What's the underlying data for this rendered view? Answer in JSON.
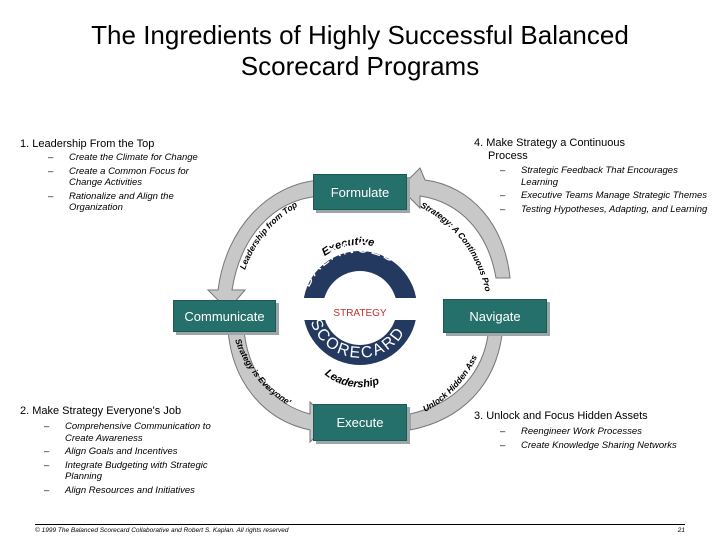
{
  "title": {
    "line1": "The Ingredients of Highly Successful Balanced",
    "line2": "Scorecard Programs"
  },
  "sections": [
    {
      "heading_line1": "1.  Leadership From the Top",
      "heading_line2": "",
      "bullets": [
        "Create the Climate for Change",
        "Create a Common Focus for Change Activities",
        "Rationalize and Align the Organization"
      ]
    },
    {
      "heading_line1": "2.  Make Strategy Everyone's Job",
      "heading_line2": "",
      "bullets": [
        "Comprehensive Communication to Create Awareness",
        "Align Goals and Incentives",
        "Integrate Budgeting with Strategic Planning",
        "Align Resources and Initiatives"
      ]
    },
    {
      "heading_line1": "3.  Unlock and Focus Hidden Assets",
      "heading_line2": "",
      "bullets": [
        "Reengineer Work Processes",
        "Create Knowledge Sharing Networks"
      ]
    },
    {
      "heading_line1": "4.  Make Strategy a Continuous",
      "heading_line2": "Process",
      "bullets": [
        "Strategic Feedback That Encourages Learning",
        "Executive Teams Manage Strategic Themes",
        "Testing Hypotheses, Adapting, and Learning"
      ]
    }
  ],
  "boxes": {
    "formulate": "Formulate",
    "communicate": "Communicate",
    "execute": "Execute",
    "navigate": "Navigate"
  },
  "arrow_labels": {
    "top_left": "Leadership from Top",
    "top_right": "Strategy: A Continuous Process",
    "bottom_left": "Strategy is Everyone's Job",
    "bottom_right": "Unlock Hidden Assets"
  },
  "center": {
    "top_word": "Executive",
    "bottom_word": "Leadership",
    "balanced": "BALANCED",
    "strategy": "STRATEGY",
    "scorecard": "SCORECARD"
  },
  "footer": {
    "copyright": "© 1999 The Balanced Scorecard Collaborative and Robert S. Kaplan.  All rights reserved",
    "page": "21"
  },
  "colors": {
    "box_teal": "#26706b",
    "arrow_gray": "#c8c8c8",
    "ring_dark": "#23395f"
  }
}
